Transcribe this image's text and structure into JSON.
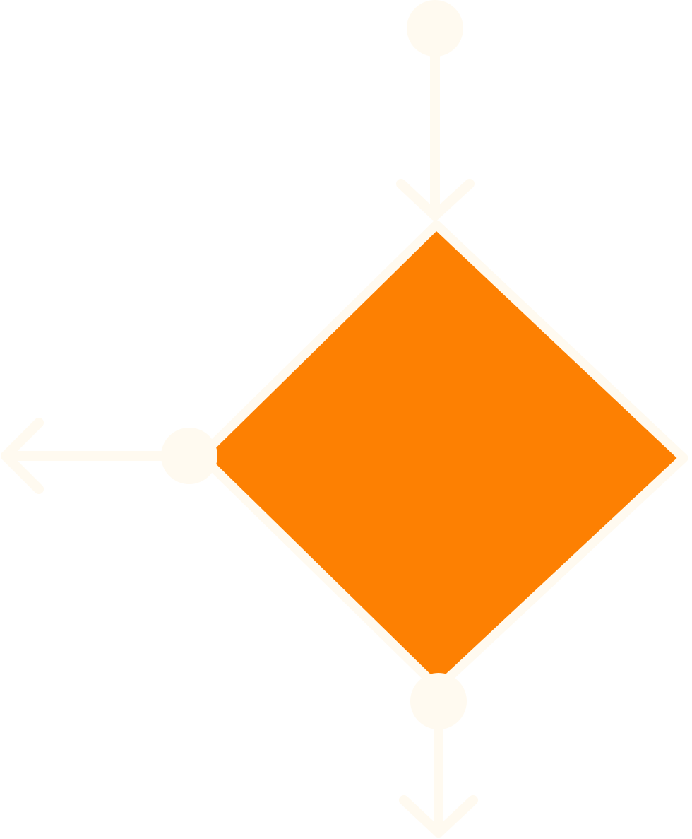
{
  "diagram": {
    "shape": "decision-diamond",
    "colors": {
      "fill": "#FD8002",
      "stroke": "#FFFAF0",
      "background": "#FFFFFF"
    },
    "connectors": [
      {
        "name": "input-top",
        "direction": "in"
      },
      {
        "name": "output-left",
        "direction": "out"
      },
      {
        "name": "output-bottom",
        "direction": "out"
      }
    ]
  }
}
